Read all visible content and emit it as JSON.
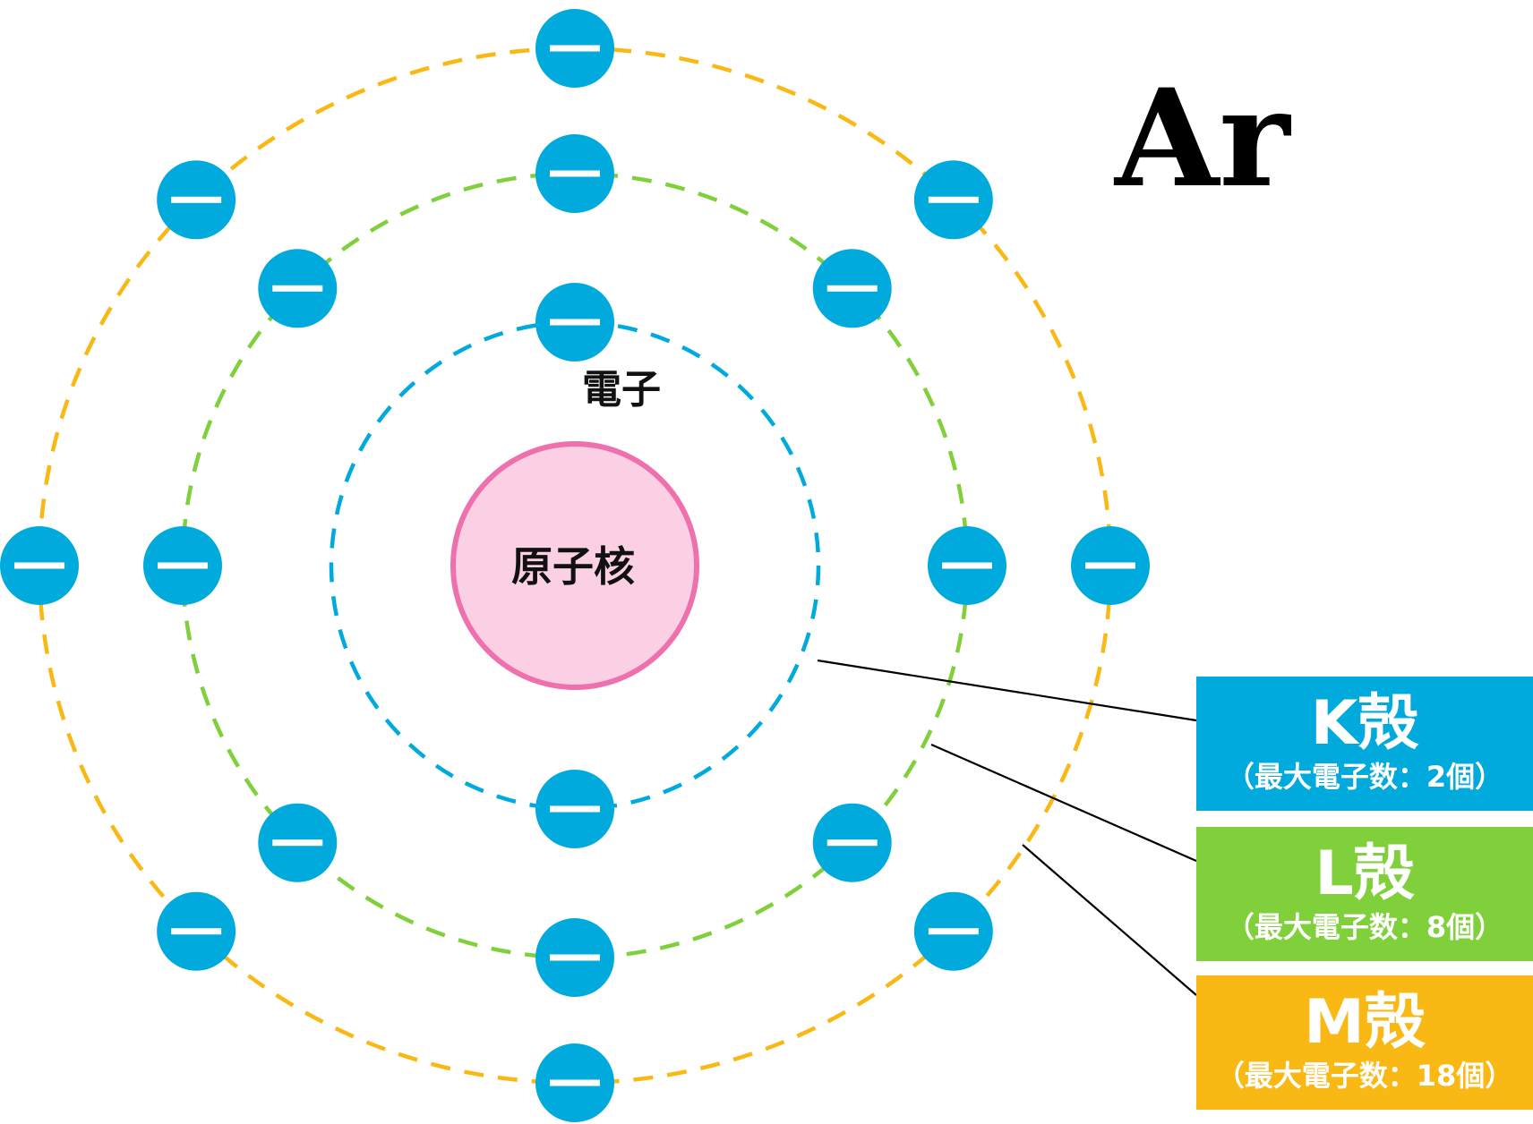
{
  "element": {
    "symbol": "Ar"
  },
  "labels": {
    "electron": "電子",
    "nucleus": "原子核"
  },
  "colors": {
    "k_shell": "#00aadd",
    "l_shell": "#7fd03a",
    "m_shell": "#f9b814",
    "electron": "#00aadd",
    "nucleus_fill": "#fbd0e4",
    "nucleus_stroke": "#ee70ac"
  },
  "electron_symbol": "minus-icon",
  "shells": [
    {
      "id": "k",
      "name": "K殻",
      "capacity": "（最大電子数：2個）",
      "electron_count": 2,
      "color": "#00aadd"
    },
    {
      "id": "l",
      "name": "L殻",
      "capacity": "（最大電子数：8個）",
      "electron_count": 8,
      "color": "#7fd03a"
    },
    {
      "id": "m",
      "name": "M殻",
      "capacity": "（最大電子数：18個）",
      "electron_count": 8,
      "color": "#f9b814"
    }
  ]
}
